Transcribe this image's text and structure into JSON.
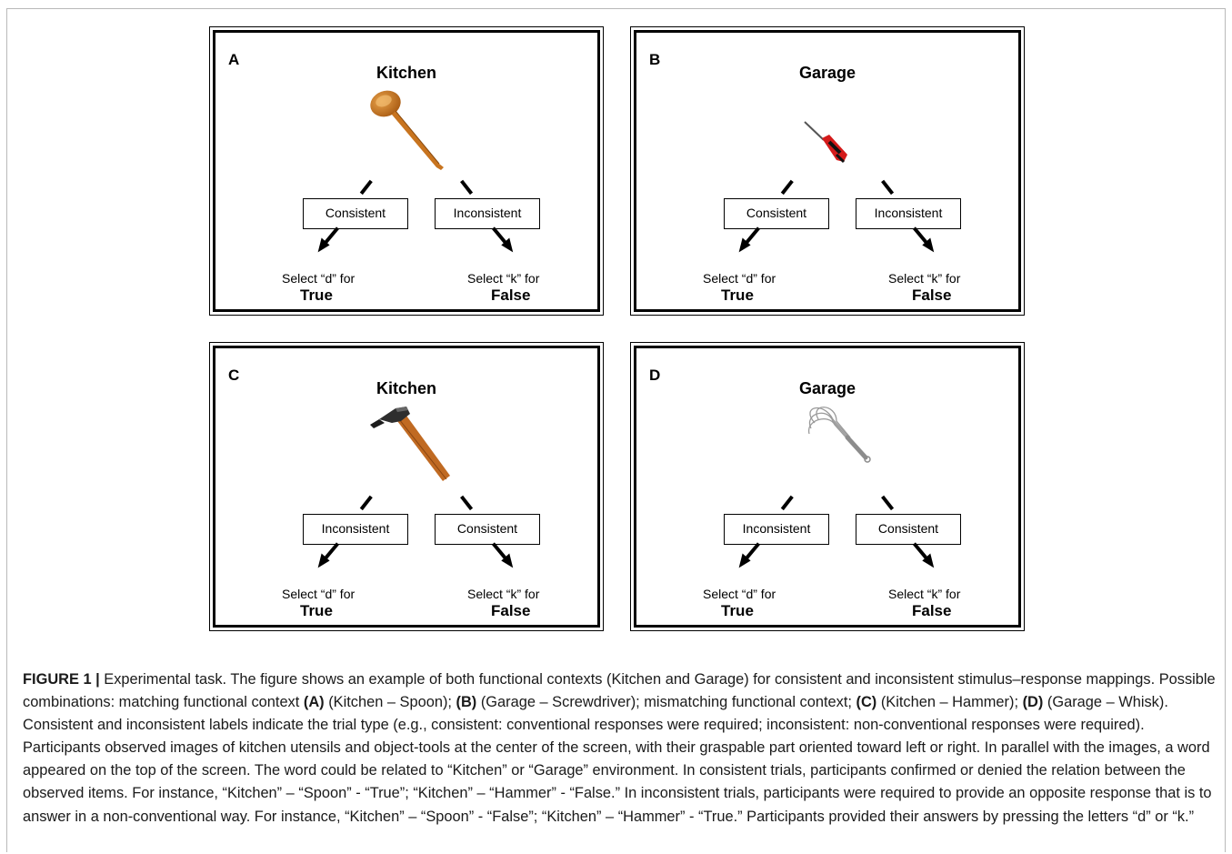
{
  "panels": [
    {
      "letter": "A",
      "context": "Kitchen",
      "object_icon": "spoon-icon",
      "left_box": "Consistent",
      "right_box": "Inconsistent",
      "left_select": "Select “d” for",
      "left_answer": "True",
      "right_select": "Select “k” for",
      "right_answer": "False"
    },
    {
      "letter": "B",
      "context": "Garage",
      "object_icon": "screwdriver-icon",
      "left_box": "Consistent",
      "right_box": "Inconsistent",
      "left_select": "Select “d” for",
      "left_answer": "True",
      "right_select": "Select “k” for",
      "right_answer": "False"
    },
    {
      "letter": "C",
      "context": "Kitchen",
      "object_icon": "hammer-icon",
      "left_box": "Inconsistent",
      "right_box": "Consistent",
      "left_select": "Select “d” for",
      "left_answer": "True",
      "right_select": "Select “k” for",
      "right_answer": "False"
    },
    {
      "letter": "D",
      "context": "Garage",
      "object_icon": "whisk-icon",
      "left_box": "Inconsistent",
      "right_box": "Consistent",
      "left_select": "Select “d” for",
      "left_answer": "True",
      "right_select": "Select “k” for",
      "right_answer": "False"
    }
  ],
  "caption": {
    "label": "FIGURE 1 |",
    "t1": " Experimental task. The figure shows an example of both functional contexts (Kitchen and Garage) for consistent and inconsistent stimulus–response mappings. Possible combinations: matching functional context ",
    "b1": "(A)",
    "t2": " (Kitchen – Spoon); ",
    "b2": "(B)",
    "t3": " (Garage – Screwdriver); mismatching functional context; ",
    "b3": "(C)",
    "t4": " (Kitchen – Hammer); ",
    "b4": "(D)",
    "t5": " (Garage – Whisk). Consistent and inconsistent labels indicate the trial type (e.g., consistent: conventional responses were required; inconsistent: non-conventional responses were required). Participants observed images of kitchen utensils and object-tools at the center of the screen, with their graspable part oriented toward left or right. In parallel with the images, a word appeared on the top of the screen. The word could be related to “Kitchen” or “Garage” environment. In consistent trials, participants confirmed or denied the relation between the observed items. For instance, “Kitchen” – “Spoon” - “True”; “Kitchen” – “Hammer” - “False.” In inconsistent trials, participants were required to provide an opposite response that is to answer in a non-conventional way. For instance, “Kitchen” – “Spoon” - “False”; “Kitchen” – “Hammer” - “True.” Participants provided their answers by pressing the letters “d” or “k.”"
  }
}
